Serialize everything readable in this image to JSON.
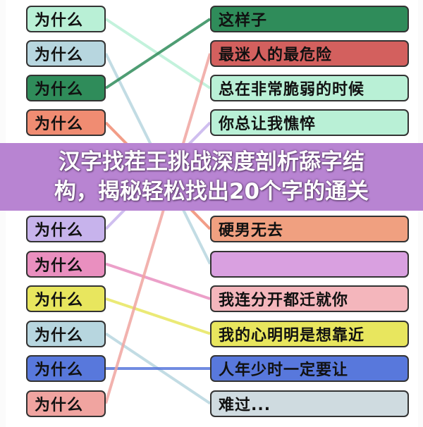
{
  "left_items": [
    {
      "label": "为什么",
      "color": "#b9f0d6"
    },
    {
      "label": "为什么",
      "color": "#b7d6df"
    },
    {
      "label": "为什么",
      "color": "#2f8c5a"
    },
    {
      "label": "为什么",
      "color": "#f08c72"
    },
    {
      "label": "为什么",
      "color": "#c7b3ec"
    },
    {
      "label": "为什么",
      "color": "#e98fbf"
    },
    {
      "label": "为什么",
      "color": "#e8e65e"
    },
    {
      "label": "为什么",
      "color": "#b7d6df"
    },
    {
      "label": "为什么",
      "color": "#5878dc"
    },
    {
      "label": "为什么",
      "color": "#f0a4a0"
    }
  ],
  "right_items": [
    {
      "label": "这样子",
      "color": "#2f8c5a"
    },
    {
      "label": "最迷人的最危险",
      "color": "#d3605e"
    },
    {
      "label": "总在非常脆弱的时候",
      "color": "#b9f0d6"
    },
    {
      "label": "你总让我憔悴",
      "color": "#b9f0d6"
    },
    {
      "label": "硬男无去",
      "color": "#f0a080"
    },
    {
      "label": "",
      "color": "#d9a0e0"
    },
    {
      "label": "我连分开都迁就你",
      "color": "#f4b6bc"
    },
    {
      "label": "我的心明明是想靠近",
      "color": "#e8e65e"
    },
    {
      "label": "人年少时一定要让",
      "color": "#5878dc"
    },
    {
      "label": "难过...",
      "color": "#cfdbe0"
    }
  ],
  "connections": [
    [
      0,
      2
    ],
    [
      1,
      5
    ],
    [
      2,
      0
    ],
    [
      3,
      4
    ],
    [
      4,
      3
    ],
    [
      5,
      6
    ],
    [
      6,
      7
    ],
    [
      7,
      9
    ],
    [
      8,
      8
    ],
    [
      9,
      1
    ]
  ],
  "overlay": {
    "line1": "汉字找茬王挑战深度剖析舔字结",
    "line2": "构，揭秘轻松找出20个字的通关"
  }
}
